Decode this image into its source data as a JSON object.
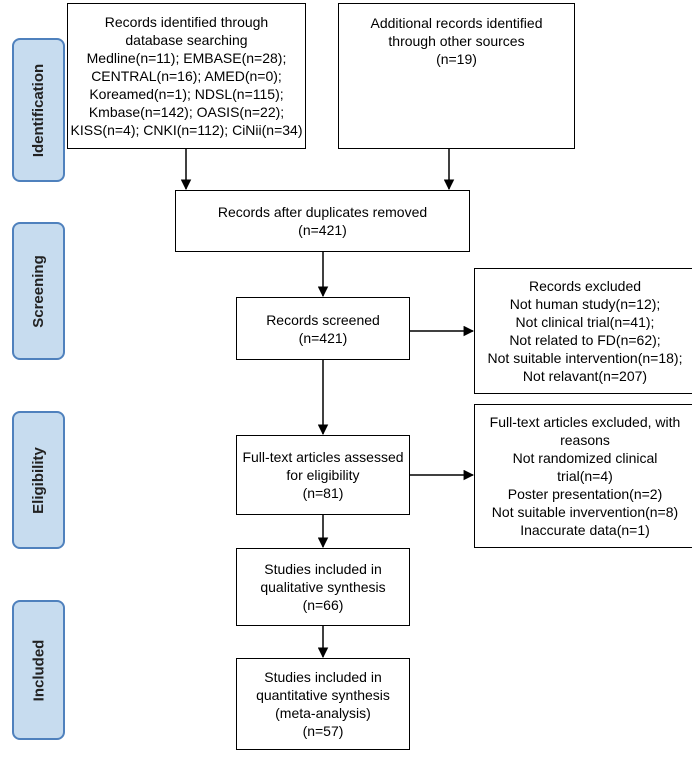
{
  "phases": {
    "identification": "Identification",
    "screening": "Screening",
    "eligibility": "Eligibility",
    "included": "Included"
  },
  "boxes": {
    "database_records": [
      "Records identified through",
      "database searching",
      "Medline(n=11); EMBASE(n=28);",
      "CENTRAL(n=16); AMED(n=0);",
      "Koreamed(n=1); NDSL(n=115);",
      "Kmbase(n=142); OASIS(n=22);",
      "KISS(n=4); CNKI(n=112); CiNii(n=34)"
    ],
    "other_sources": [
      "Additional records identified",
      "through other sources",
      "(n=19)"
    ],
    "duplicates_removed": [
      "Records after duplicates removed",
      "(n=421)"
    ],
    "records_screened": [
      "Records screened",
      "(n=421)"
    ],
    "records_excluded": [
      "Records excluded",
      "Not human study(n=12);",
      "Not clinical trial(n=41);",
      "Not related to FD(n=62);",
      "Not suitable intervention(n=18);",
      "Not relavant(n=207)"
    ],
    "fulltext_assessed": [
      "Full-text articles assessed",
      "for eligibility",
      "(n=81)"
    ],
    "fulltext_excluded": [
      "Full-text articles excluded, with",
      "reasons",
      "Not randomized clinical",
      "trial(n=4)",
      "Poster presentation(n=2)",
      "Not suitable invervention(n=8)",
      "Inaccurate data(n=1)"
    ],
    "qualitative": [
      "Studies included in",
      "qualitative synthesis",
      "(n=66)"
    ],
    "quantitative": [
      "Studies included in",
      "quantitative synthesis",
      "(meta-analysis)",
      "(n=57)"
    ]
  }
}
